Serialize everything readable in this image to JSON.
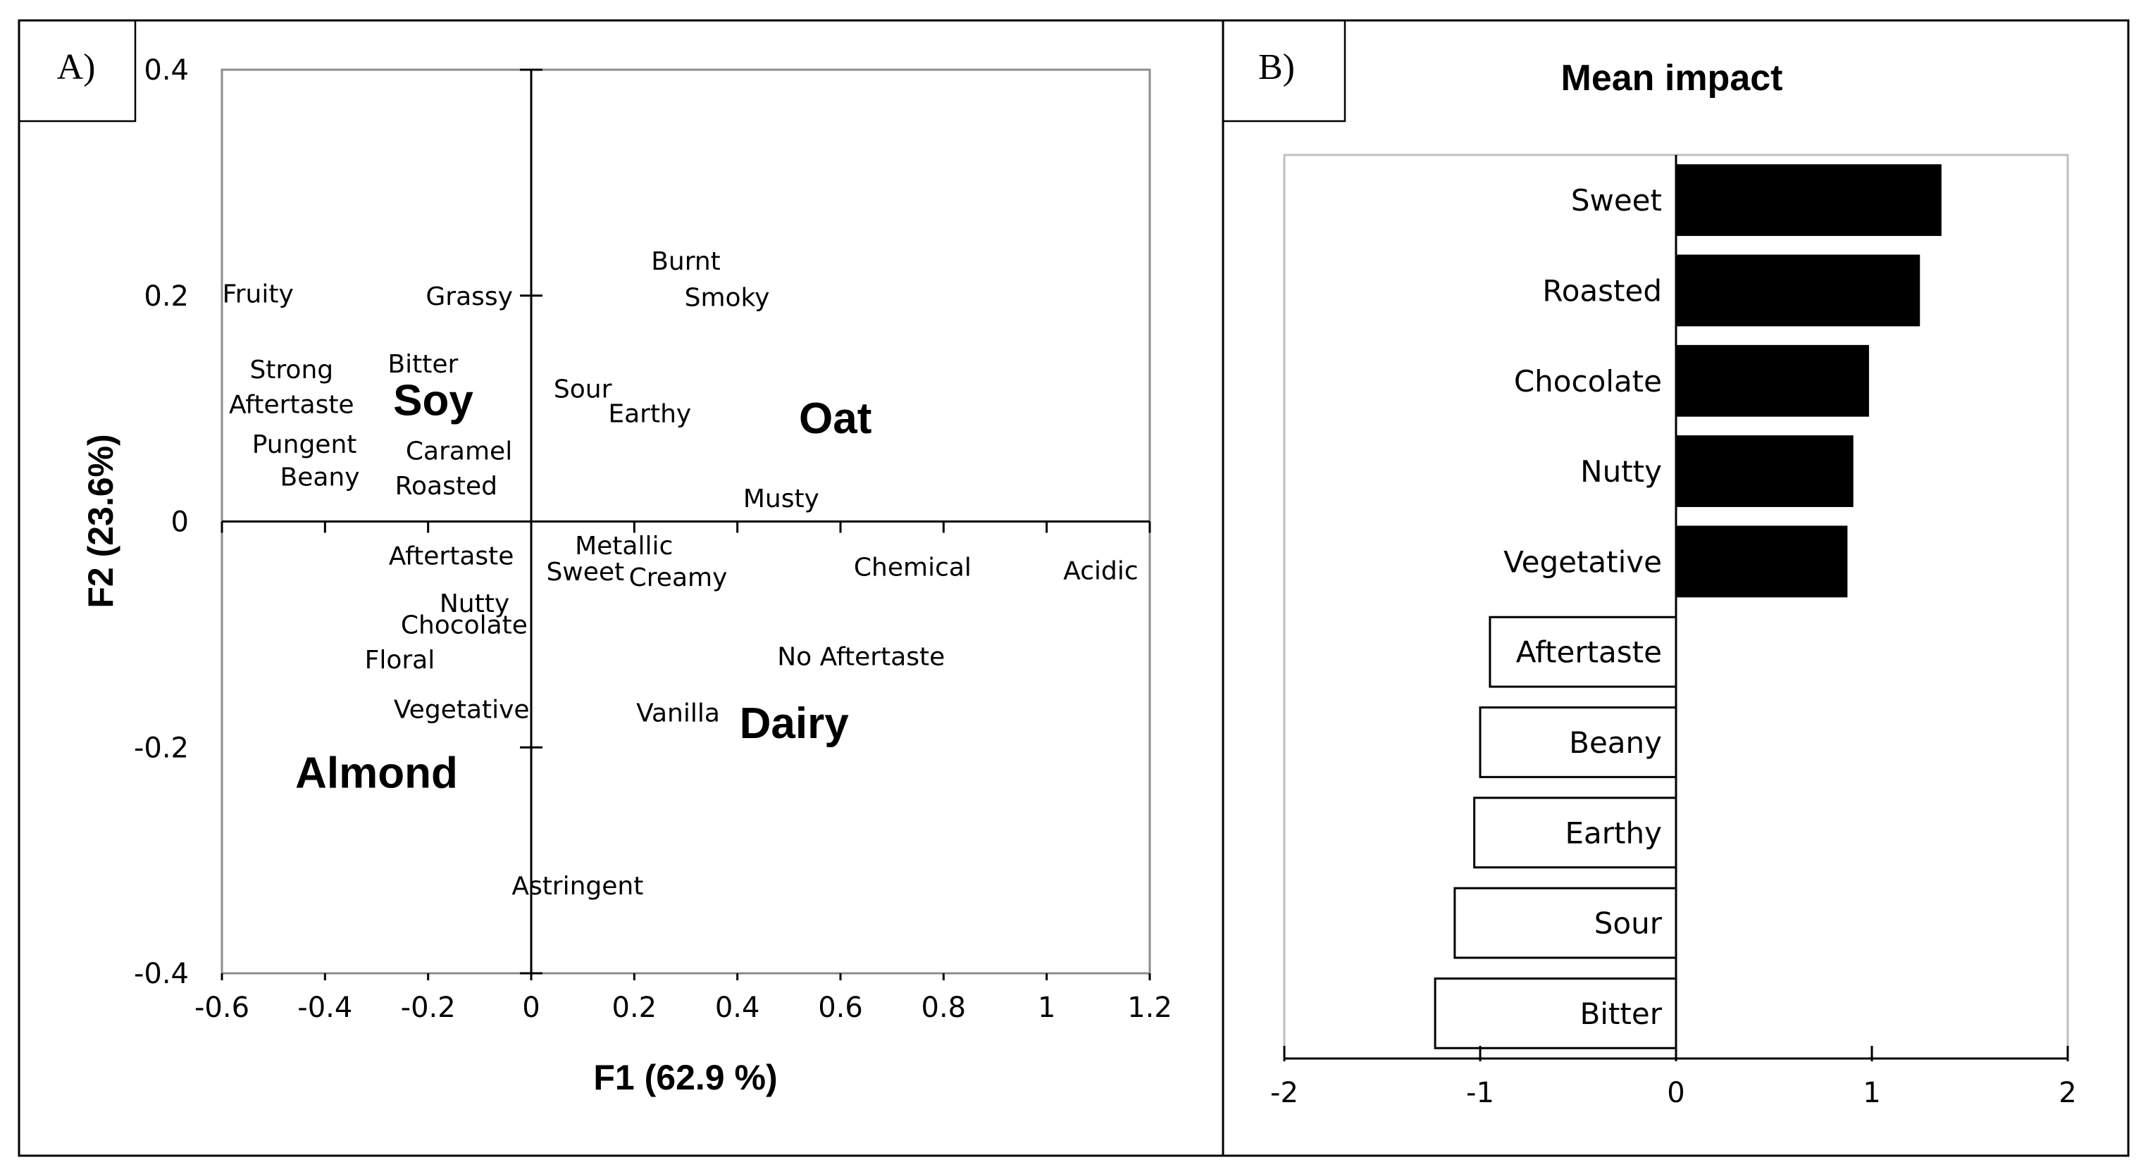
{
  "panels": {
    "a_label": "A)",
    "b_label": "B)"
  },
  "chart_data": [
    {
      "type": "scatter",
      "panel": "A)",
      "xlabel": "F1 (62.9 %)",
      "ylabel": "F2 (23.6%)",
      "xlim": [
        -0.6,
        1.2
      ],
      "ylim": [
        -0.4,
        0.4
      ],
      "xticks": [
        "-0.6",
        "-0.4",
        "-0.2",
        "0",
        "0.2",
        "0.4",
        "0.6",
        "0.8",
        "1",
        "1.2"
      ],
      "yticks": [
        "-0.4",
        "-0.2",
        "0",
        "0.2",
        "0.4"
      ],
      "xtick_values": [
        -0.6,
        -0.4,
        -0.2,
        0,
        0.2,
        0.4,
        0.6,
        0.8,
        1.0,
        1.2
      ],
      "ytick_values": [
        -0.4,
        -0.2,
        0,
        0.2,
        0.4
      ],
      "grid": false,
      "products": [
        {
          "name": "Soy",
          "x": -0.19,
          "y": 0.108
        },
        {
          "name": "Oat",
          "x": 0.59,
          "y": 0.092
        },
        {
          "name": "Dairy",
          "x": 0.51,
          "y": -0.178
        },
        {
          "name": "Almond",
          "x": -0.3,
          "y": -0.222
        }
      ],
      "attributes": [
        {
          "name": "Fruity",
          "x": -0.53,
          "y": 0.202
        },
        {
          "name": "Grassy",
          "x": -0.12,
          "y": 0.2
        },
        {
          "name": "Burnt",
          "x": 0.3,
          "y": 0.231
        },
        {
          "name": "Smoky",
          "x": 0.38,
          "y": 0.199
        },
        {
          "name": "Strong",
          "x": -0.465,
          "y": 0.135
        },
        {
          "name": "Aftertaste",
          "x": -0.465,
          "y": 0.104
        },
        {
          "name": "Bitter",
          "x": -0.21,
          "y": 0.14
        },
        {
          "name": "Sour",
          "x": 0.1,
          "y": 0.118
        },
        {
          "name": "Earthy",
          "x": 0.23,
          "y": 0.096
        },
        {
          "name": "Pungent",
          "x": -0.44,
          "y": 0.069
        },
        {
          "name": "Caramel",
          "x": -0.14,
          "y": 0.063
        },
        {
          "name": "Beany",
          "x": -0.41,
          "y": 0.04
        },
        {
          "name": "Roasted",
          "x": -0.165,
          "y": 0.032
        },
        {
          "name": "Musty",
          "x": 0.485,
          "y": 0.021
        },
        {
          "name": "Metallic",
          "x": 0.18,
          "y": -0.021
        },
        {
          "name": "Aftertaste",
          "x": -0.155,
          "y": -0.03
        },
        {
          "name": "Sweet",
          "x": 0.105,
          "y": -0.044
        },
        {
          "name": "Creamy",
          "x": 0.285,
          "y": -0.049
        },
        {
          "name": "Chemical",
          "x": 0.74,
          "y": -0.04
        },
        {
          "name": "Acidic",
          "x": 1.105,
          "y": -0.043
        },
        {
          "name": "Nutty",
          "x": -0.11,
          "y": -0.072
        },
        {
          "name": "Chocolate",
          "x": -0.13,
          "y": -0.091
        },
        {
          "name": "Floral",
          "x": -0.255,
          "y": -0.122
        },
        {
          "name": "No Aftertaste",
          "x": 0.64,
          "y": -0.119
        },
        {
          "name": "Vegetative",
          "x": -0.135,
          "y": -0.166
        },
        {
          "name": "Vanilla",
          "x": 0.285,
          "y": -0.169
        },
        {
          "name": "Astringent",
          "x": 0.09,
          "y": -0.322
        }
      ]
    },
    {
      "type": "bar",
      "panel": "B)",
      "orientation": "horizontal",
      "title": "Mean impact",
      "categories": [
        "Sweet",
        "Roasted",
        "Chocolate",
        "Nutty",
        "Vegetative",
        "Aftertaste",
        "Beany",
        "Earthy",
        "Sour",
        "Bitter"
      ],
      "values": [
        1.35,
        1.24,
        0.98,
        0.9,
        0.87,
        -0.95,
        -1.0,
        -1.03,
        -1.13,
        -1.23
      ],
      "xlim": [
        -2,
        2
      ],
      "xticks": [
        "-2",
        "-1",
        "0",
        "1",
        "2"
      ],
      "xtick_values": [
        -2,
        -1,
        0,
        1,
        2
      ],
      "colors": {
        "positive": "#000000",
        "negative": "#ffffff",
        "outline": "#000000",
        "frame": "#bfbfbf"
      },
      "grid": false
    }
  ]
}
